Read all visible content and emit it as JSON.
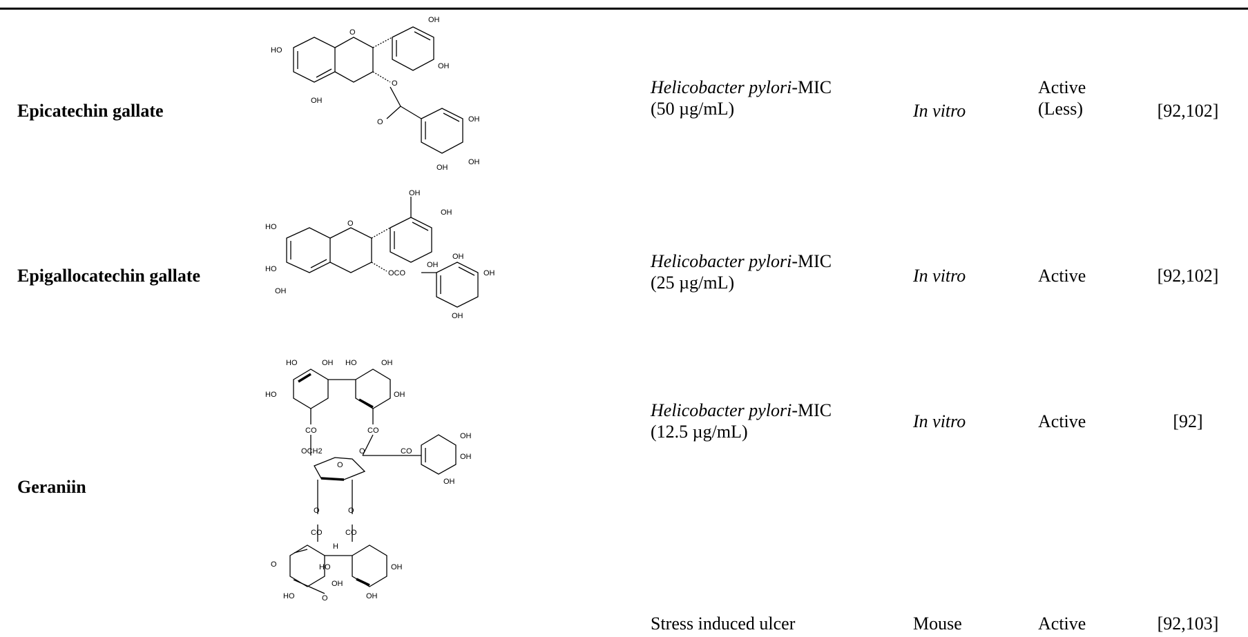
{
  "rows": [
    {
      "compound": "Epicatechin gallate",
      "activity_organism": "Helicobacter pylori",
      "activity_suffix": "-MIC",
      "activity_detail": "(50 µg/mL)",
      "model": "In vitro",
      "result": "Active",
      "result_detail": "(Less)",
      "reference": "[92,102]",
      "structure_labels": [
        "HO",
        "O",
        "OH",
        "OH",
        "OH",
        "O",
        "O",
        "OH",
        "OH",
        "OH"
      ]
    },
    {
      "compound": "Epigallocatechin gallate",
      "activity_organism": "Helicobacter pylori",
      "activity_suffix": "-MIC",
      "activity_detail": "(25 µg/mL)",
      "model": "In vitro",
      "result": "Active",
      "reference": "[92,102]",
      "structure_labels": [
        "OH",
        "OH",
        "HO",
        "O",
        "OH",
        "OH",
        "HO",
        "OCO",
        "OH",
        "OH",
        "OH"
      ]
    },
    {
      "compound": "Geraniin",
      "activity_organism": "Helicobacter pylori",
      "activity_suffix": "-MIC",
      "activity_detail": "(12.5 µg/mL)",
      "model": "In vitro",
      "result": "Active",
      "reference": "[92]",
      "structure_labels": [
        "HO",
        "OH",
        "HO",
        "OH",
        "HO",
        "OH",
        "CO",
        "CO",
        "OCH2",
        "O",
        "O",
        "CO",
        "OH",
        "OH",
        "OH",
        "O",
        "O",
        "CO",
        "CO",
        "H",
        "HO",
        "OH",
        "OH",
        "HO",
        "O",
        "O",
        "OH"
      ]
    },
    {
      "activity": "Stress induced ulcer",
      "model": "Mouse",
      "result": "Active",
      "reference": "[92,103]"
    }
  ]
}
